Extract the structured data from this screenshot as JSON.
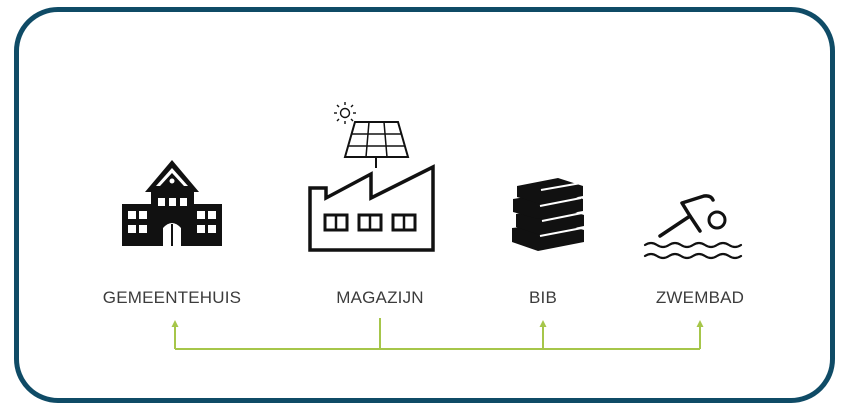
{
  "colors": {
    "frame": "#0f4b66",
    "connector": "#a6c64a",
    "icon": "#111111"
  },
  "nodes": [
    {
      "label": "GEMEENTEHUIS",
      "icon": "town-hall-icon"
    },
    {
      "label": "MAGAZIJN",
      "icon": "factory-with-solar-panel-icon"
    },
    {
      "label": "BIB",
      "icon": "books-stack-icon"
    },
    {
      "label": "ZWEMBAD",
      "icon": "swimmer-icon"
    }
  ],
  "connector": {
    "source": "MAGAZIJN",
    "targets": [
      "GEMEENTEHUIS",
      "BIB",
      "ZWEMBAD"
    ]
  }
}
